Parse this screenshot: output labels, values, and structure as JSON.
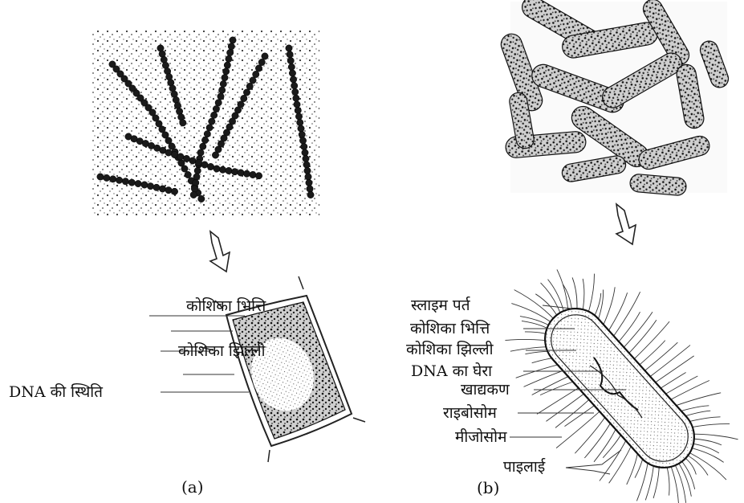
{
  "panel_a": {
    "caption": "(a)",
    "labels": {
      "cell_wall": "कोशिका भित्ति",
      "cell_membrane": "कोशिका झिल्ली",
      "dna_position": "DNA की स्थिति"
    }
  },
  "panel_b": {
    "caption": "(b)",
    "labels": {
      "slime_layer": "स्लाइम पर्त",
      "cell_wall": "कोशिका भित्ति",
      "cell_membrane": "कोशिका झिल्ली",
      "dna_region": "DNA का घेरा",
      "food_granules": "खाद्यकण",
      "ribosome": "राइबोसोम",
      "mesosome": "मीजोसोम",
      "pili": "पाइलाई"
    }
  }
}
